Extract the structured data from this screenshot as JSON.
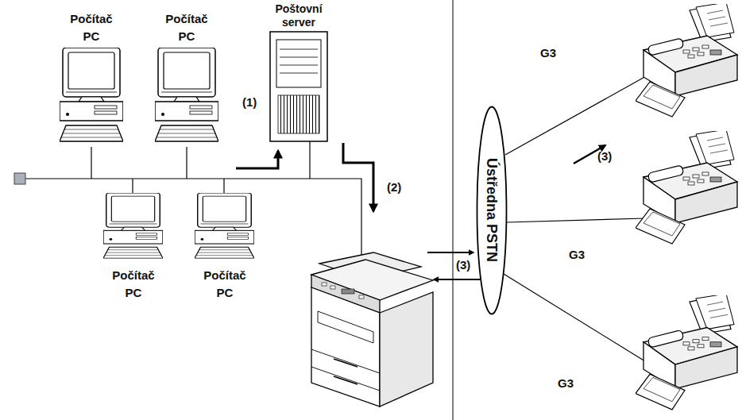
{
  "diagram": {
    "nodes": [
      {
        "text": [
          "Počítač PC"
        ]
      },
      {
        "text": [
          "Počítač PC"
        ]
      },
      {
        "text": [
          "Poštovní server"
        ]
      },
      {
        "text": [
          "Ústředna PSTN"
        ]
      },
      {
        "text": [
          "Počítač PC"
        ]
      },
      {
        "text": [
          "Počítač PC"
        ]
      }
    ],
    "labels": [
      "G3",
      "(1)",
      "(3)",
      "(2)",
      "G3",
      "(3)",
      "G3"
    ]
  }
}
